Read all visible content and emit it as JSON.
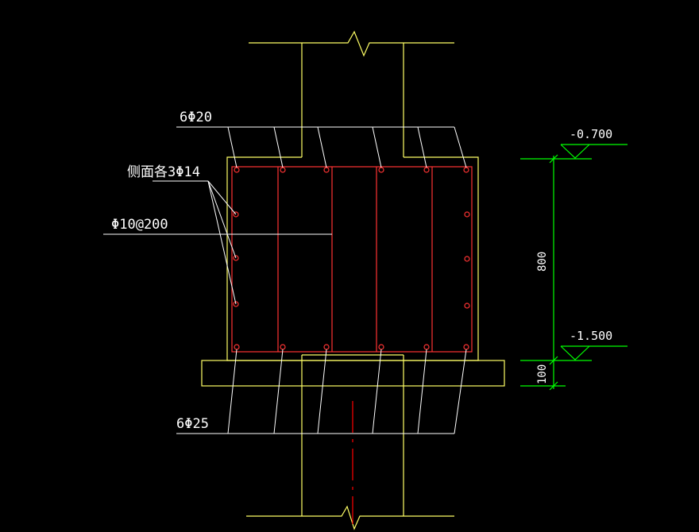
{
  "labels": {
    "top_bars": "6Φ20",
    "side_bars": "侧面各3Φ14",
    "stirrups": "Φ10@200",
    "bottom_bars": "6Φ25"
  },
  "elevations": {
    "top": "-0.700",
    "bottom": "-1.500"
  },
  "dimensions": {
    "height": "800",
    "base": "100"
  },
  "colors": {
    "background": "#000000",
    "outline": "#ffff66",
    "rebar": "#ff3333",
    "leader": "#ffffff",
    "dimension": "#00ff00",
    "centerline": "#ff0000"
  }
}
